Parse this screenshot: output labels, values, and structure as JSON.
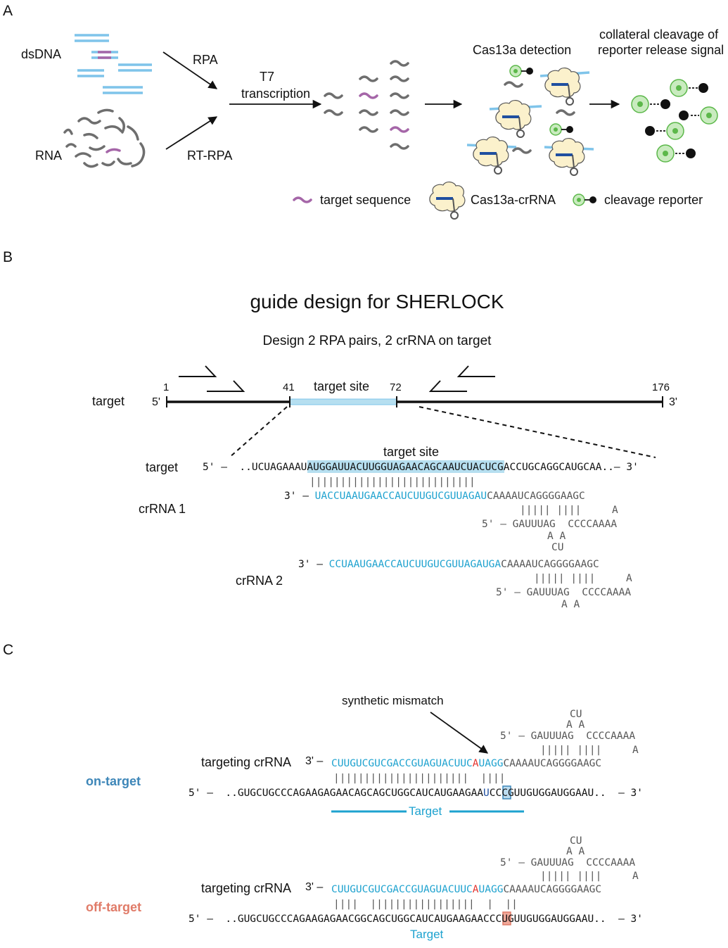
{
  "panels": {
    "a": "A",
    "b": "B",
    "c": "C"
  },
  "panel_a": {
    "dsdna": "dsDNA",
    "rna": "RNA",
    "rpa": "RPA",
    "rtrpa": "RT-RPA",
    "t7_line1": "T7",
    "t7_line2": "transcription",
    "cas13a_detection": "Cas13a detection",
    "collateral_line1": "collateral cleavage of",
    "collateral_line2": "reporter release signal",
    "legend": {
      "target_sequence": "target sequence",
      "cas13a_crrna": "Cas13a-crRNA",
      "cleavage_reporter": "cleavage reporter"
    },
    "colors": {
      "dna": "#7fc4ea",
      "target": "#a566a8",
      "rna": "#6e6e6e",
      "reporter": "#5cb84a",
      "protein": "#fbf1cc",
      "guide": "#1f4fa0"
    }
  },
  "panel_b": {
    "title": "guide design for SHERLOCK",
    "subtitle": "Design 2 RPA pairs, 2 crRNA on target",
    "target_label": "target",
    "five_prime": "5'",
    "three_prime": "3'",
    "pos_1": "1",
    "pos_41": "41",
    "pos_72": "72",
    "pos_176": "176",
    "target_site": "target site",
    "target_site_zoom": "target site",
    "seq_target_label": "target",
    "target_prefix": "5' –  ..UCUAGAAAU",
    "target_highlight": "AUGGAUUACUUGGUAGAACAGCAAUCUA",
    "target_suffix": "CUCGACCUGCAGGCAUGCAA..– 3'",
    "pairs_target": "|||||||||||||||||||||||||||",
    "crrna1_label": "crRNA 1",
    "crrna1_prefix": "3' – ",
    "crrna1_spacer": "UACCUAAUGAACCAUCUUGUCGUUAGAU",
    "crrna1_stem": "CAAAAUCAGGGGAAGC",
    "crrna1_stem_pairs": "||||| ||||     A",
    "crrna1_loop_5p": "5' – GAUUUAG  CCCCAAAA",
    "crrna1_aa": "A A",
    "crrna1_cu": "CU",
    "crrna2_label": "crRNA 2",
    "crrna2_prefix": "3' – ",
    "crrna2_spacer": "CCUAAUGAACCAUCUUGUCGUUAGAUGA",
    "crrna2_stem": "CAAAAUCAGGGGAAGC",
    "crrna2_stem_pairs": "||||| ||||     A",
    "crrna2_loop_5p": "5' – GAUUUAG  CCCCAAAA",
    "crrna2_aa": "A A"
  },
  "panel_c": {
    "synthetic_mismatch": "synthetic mismatch",
    "on_target": "on-target",
    "off_target": "off-target",
    "targeting_crrna": "targeting crRNA",
    "target_word": "Target",
    "three_prime_dash": "3' –",
    "cu": "CU",
    "aa": "A A",
    "loop_5p": "5' – GAUUUAG  CCCCAAAA",
    "stem_pairs": "||||| ||||     A",
    "spacer_a": "CUUGUCGUCGACCGUAGUACUUC",
    "mismatch_base": "A",
    "spacer_b": "UAGG",
    "stem": "CAAAAUCAGGGGAAGC",
    "on_pairs": "||||||||||||||||||||||  ||||",
    "on_target_prefix": "5' –  ..GUGCUGCCCAGAAGAGAACAGCAGCUGGCAUCAUGAAGAA",
    "on_target_base": "U",
    "on_target_suffix": "CCCGUUGUGGAUGGAAU..  – 3'",
    "off_pairs": "||||  |||||||||||||||||  |  ||",
    "off_target_prefix": "5' –  ..GUGCUGCCCAGAAGAGAACGGCAGCUGGCAUCAUGAAGAA",
    "off_target_base": "C",
    "off_target_suffix": "CCUGUUGUGGAUGGAAU..  – 3'",
    "colors": {
      "on": "#3d86b8",
      "off": "#e07b68",
      "spacer": "#1ea2cf",
      "mismatch": "#e3342f"
    }
  }
}
